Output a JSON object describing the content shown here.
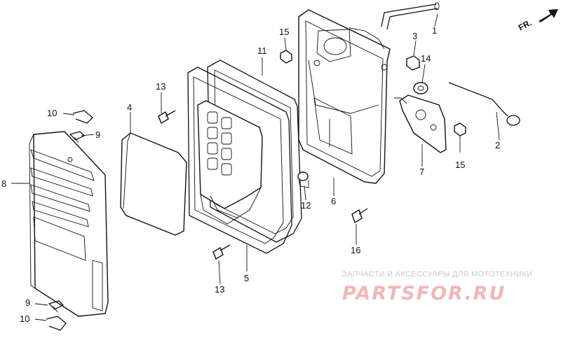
{
  "direction_label": "FR.",
  "parts": {
    "p1": "1",
    "p2": "2",
    "p3": "3",
    "p4": "4",
    "p5": "5",
    "p6": "6",
    "p7": "7",
    "p8": "8",
    "p9a": "9",
    "p9b": "9",
    "p10a": "10",
    "p10b": "10",
    "p11": "11",
    "p12": "12",
    "p13a": "13",
    "p13b": "13",
    "p14": "14",
    "p15a": "15",
    "p15b": "15",
    "p16": "16"
  },
  "watermark": {
    "tagline": "ЗАПЧАСТИ И АКСЕССУАРЫ ДЛЯ МОТОТЕХНИКИ",
    "logo": "PARTSFOR.RU"
  },
  "colors": {
    "line": "#111111",
    "watermark_text": "#c9c9c9",
    "watermark_logo": "#f2b6b6"
  }
}
